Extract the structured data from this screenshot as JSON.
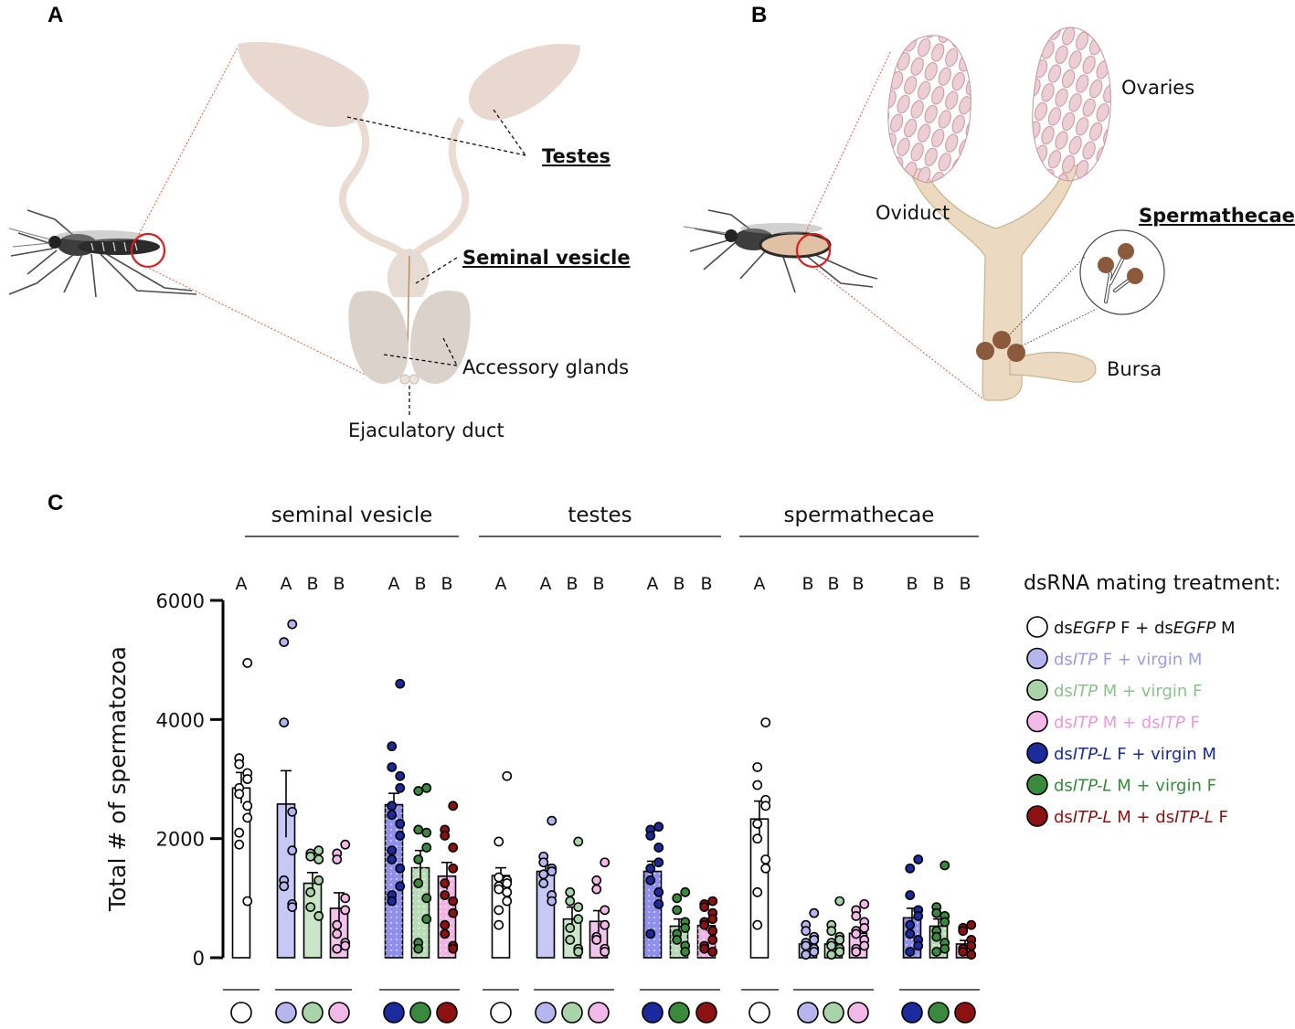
{
  "panels": {
    "a": "A",
    "b": "B",
    "c": "C"
  },
  "panel_a": {
    "labels": {
      "testes": "Testes",
      "seminal_vesicle": "Seminal vesicle",
      "accessory_glands": "Accessory glands",
      "ejaculatory_duct": "Ejaculatory duct"
    }
  },
  "panel_b": {
    "labels": {
      "ovaries": "Ovaries",
      "oviduct": "Oviduct",
      "spermathecae": "Spermathecae",
      "bursa": "Bursa"
    }
  },
  "colors": {
    "egfp": "#ffffff",
    "itp_f": "#b7b5ee",
    "itp_m": "#a9d4a9",
    "itp_mf": "#f2b8e8",
    "itpl_f": "#1b2a9c",
    "itpl_m": "#3a8a3e",
    "itpl_mf": "#8e1111",
    "bar_itp_f": "#c9c7f5",
    "bar_itp_m": "#c9e6c9",
    "bar_itp_mf": "#f2c4ec",
    "bar_itpl_f": "#8f8fee",
    "bar_itpl_m": "#b7dcb7",
    "bar_itpl_mf": "#f0b4e2"
  },
  "chart_data": {
    "type": "bar",
    "ylabel": "Total # of spermatozoa",
    "ylim": [
      0,
      6000
    ],
    "yticks": [
      "0",
      "2000",
      "4000",
      "6000"
    ],
    "groups": [
      "seminal vesicle",
      "testes",
      "spermathecae"
    ],
    "legend_title": "dsRNA mating treatment:",
    "legend": [
      {
        "parts": [
          [
            "ds",
            ""
          ],
          [
            "EGFP",
            "it"
          ],
          [
            " F + ds",
            ""
          ],
          [
            "EGFP",
            "it"
          ],
          [
            " M",
            ""
          ]
        ],
        "color": "egfp",
        "text_color": "#111111"
      },
      {
        "parts": [
          [
            "ds",
            ""
          ],
          [
            "ITP",
            "it"
          ],
          [
            " F + virgin M",
            ""
          ]
        ],
        "color": "itp_f",
        "text_color": "#9c9be6"
      },
      {
        "parts": [
          [
            "ds",
            ""
          ],
          [
            "ITP",
            "it"
          ],
          [
            " M + virgin F",
            ""
          ]
        ],
        "color": "itp_m",
        "text_color": "#8cc18c"
      },
      {
        "parts": [
          [
            "ds",
            ""
          ],
          [
            "ITP",
            "it"
          ],
          [
            " M + ds",
            ""
          ],
          [
            "ITP",
            "it"
          ],
          [
            " F",
            ""
          ]
        ],
        "color": "itp_mf",
        "text_color": "#e79ad9"
      },
      {
        "parts": [
          [
            "ds",
            ""
          ],
          [
            "ITP-L",
            "it"
          ],
          [
            " F + virgin M",
            ""
          ]
        ],
        "color": "itpl_f",
        "text_color": "#1b2a9c"
      },
      {
        "parts": [
          [
            "ds",
            ""
          ],
          [
            "ITP-L",
            "it"
          ],
          [
            " M + virgin F",
            ""
          ]
        ],
        "color": "itpl_m",
        "text_color": "#3a8a3e"
      },
      {
        "parts": [
          [
            "ds",
            ""
          ],
          [
            "ITP-L",
            "it"
          ],
          [
            " M + ds",
            ""
          ],
          [
            "ITP-L",
            "it"
          ],
          [
            " F",
            ""
          ]
        ],
        "color": "itpl_mf",
        "text_color": "#8e1111"
      }
    ],
    "series": [
      {
        "group": "seminal vesicle",
        "treatment": "egfp",
        "mean": 2850,
        "sem": 260,
        "letter": "A",
        "points": [
          4950,
          3350,
          3250,
          3100,
          3000,
          2850,
          2750,
          2550,
          2350,
          2100,
          1900,
          950
        ]
      },
      {
        "group": "seminal vesicle",
        "treatment": "itp_f",
        "mean": 2580,
        "sem": 560,
        "letter": "A",
        "points": [
          5600,
          5300,
          3950,
          2450,
          1800,
          1300,
          1200,
          900,
          850
        ]
      },
      {
        "group": "seminal vesicle",
        "treatment": "itp_m",
        "mean": 1250,
        "sem": 180,
        "letter": "B",
        "points": [
          1800,
          1750,
          1700,
          1650,
          1300,
          1100,
          850,
          700
        ]
      },
      {
        "group": "seminal vesicle",
        "treatment": "itp_mf",
        "mean": 830,
        "sem": 260,
        "letter": "B",
        "points": [
          1900,
          1750,
          1650,
          1000,
          800,
          550,
          400,
          250,
          200,
          150
        ]
      },
      {
        "group": "seminal vesicle",
        "treatment": "itpl_f",
        "mean": 2570,
        "sem": 190,
        "letter": "A",
        "points": [
          4600,
          3550,
          3200,
          3050,
          2850,
          2550,
          2400,
          2250,
          2050,
          1800,
          1650,
          1500,
          1200,
          1050,
          950
        ]
      },
      {
        "group": "seminal vesicle",
        "treatment": "itpl_m",
        "mean": 1510,
        "sem": 290,
        "letter": "B",
        "points": [
          2850,
          2800,
          2150,
          2100,
          1850,
          1650,
          1250,
          1000,
          650,
          250,
          150
        ]
      },
      {
        "group": "seminal vesicle",
        "treatment": "itpl_mf",
        "mean": 1370,
        "sem": 230,
        "letter": "B",
        "points": [
          2550,
          2150,
          2050,
          1850,
          1500,
          1250,
          1050,
          950,
          750,
          550,
          400,
          200,
          150
        ]
      },
      {
        "group": "testes",
        "treatment": "egfp",
        "mean": 1380,
        "sem": 130,
        "letter": "A",
        "points": [
          3050,
          1950,
          1350,
          1300,
          1250,
          1200,
          1150,
          1100,
          950,
          800,
          550
        ]
      },
      {
        "group": "testes",
        "treatment": "itp_f",
        "mean": 1450,
        "sem": 110,
        "letter": "A",
        "points": [
          2300,
          1700,
          1600,
          1500,
          1450,
          1400,
          1250,
          1050,
          950
        ]
      },
      {
        "group": "testes",
        "treatment": "itp_m",
        "mean": 650,
        "sem": 200,
        "letter": "B",
        "points": [
          1950,
          1100,
          950,
          850,
          650,
          500,
          300,
          150,
          100
        ]
      },
      {
        "group": "testes",
        "treatment": "itp_mf",
        "mean": 610,
        "sem": 180,
        "letter": "B",
        "points": [
          1600,
          1300,
          1150,
          800,
          550,
          350,
          300,
          150,
          100
        ]
      },
      {
        "group": "testes",
        "treatment": "itpl_f",
        "mean": 1450,
        "sem": 170,
        "letter": "A",
        "points": [
          2200,
          2150,
          2050,
          1850,
          1600,
          1500,
          1300,
          1100,
          900,
          400
        ]
      },
      {
        "group": "testes",
        "treatment": "itpl_m",
        "mean": 530,
        "sem": 120,
        "letter": "B",
        "points": [
          1100,
          1000,
          800,
          600,
          500,
          400,
          300,
          200,
          100
        ]
      },
      {
        "group": "testes",
        "treatment": "itpl_mf",
        "mean": 540,
        "sem": 90,
        "letter": "B",
        "points": [
          950,
          900,
          850,
          750,
          650,
          600,
          550,
          450,
          300,
          200,
          150,
          100
        ]
      },
      {
        "group": "spermathecae",
        "treatment": "egfp",
        "mean": 2330,
        "sem": 300,
        "letter": "A",
        "points": [
          3950,
          3200,
          2900,
          2650,
          2550,
          2250,
          2000,
          1650,
          1500,
          1100,
          550
        ]
      },
      {
        "group": "spermathecae",
        "treatment": "itp_f",
        "mean": 230,
        "sem": 60,
        "letter": "B",
        "points": [
          750,
          550,
          450,
          350,
          300,
          250,
          200,
          150,
          100,
          50
        ]
      },
      {
        "group": "spermathecae",
        "treatment": "itp_m",
        "mean": 230,
        "sem": 60,
        "letter": "B",
        "points": [
          950,
          550,
          450,
          350,
          300,
          250,
          200,
          150,
          100,
          50
        ]
      },
      {
        "group": "spermathecae",
        "treatment": "itp_mf",
        "mean": 410,
        "sem": 70,
        "letter": "B",
        "points": [
          900,
          800,
          700,
          600,
          500,
          450,
          400,
          300,
          200,
          150,
          100
        ]
      },
      {
        "group": "spermathecae",
        "treatment": "itpl_f",
        "mean": 670,
        "sem": 160,
        "letter": "B",
        "points": [
          1650,
          1500,
          1050,
          800,
          700,
          550,
          400,
          300,
          200,
          100
        ]
      },
      {
        "group": "spermathecae",
        "treatment": "itpl_m",
        "mean": 530,
        "sem": 120,
        "letter": "B",
        "points": [
          1550,
          850,
          750,
          700,
          600,
          450,
          350,
          250,
          150,
          100
        ]
      },
      {
        "group": "spermathecae",
        "treatment": "itpl_mf",
        "mean": 230,
        "sem": 60,
        "letter": "B",
        "points": [
          550,
          500,
          450,
          300,
          200,
          150,
          100,
          50
        ]
      }
    ]
  }
}
